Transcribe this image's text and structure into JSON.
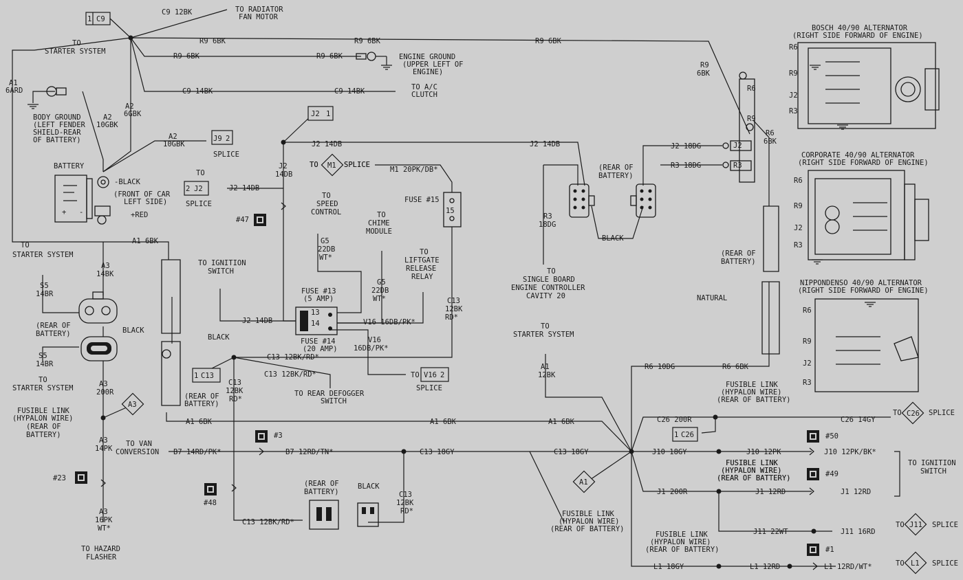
{
  "labels": [
    {
      "id": "t1",
      "text": "C9 12BK"
    },
    {
      "id": "t2",
      "text": "TO RADIATOR"
    },
    {
      "id": "t3",
      "text": "FAN MOTOR"
    },
    {
      "id": "t4",
      "text": "TO"
    },
    {
      "id": "t5",
      "text": "STARTER SYSTEM"
    },
    {
      "id": "t6",
      "text": "R9 6BK"
    },
    {
      "id": "t7",
      "text": "R9 6BK"
    },
    {
      "id": "t8",
      "text": "R9 6BK"
    },
    {
      "id": "t9",
      "text": "R9 6BK"
    },
    {
      "id": "t10",
      "text": "R9 6BK"
    },
    {
      "id": "t11",
      "text": "ENGINE GROUND"
    },
    {
      "id": "t12",
      "text": "(UPPER LEFT OF"
    },
    {
      "id": "t13",
      "text": "ENGINE)"
    },
    {
      "id": "t14",
      "text": "A1"
    },
    {
      "id": "t15",
      "text": "6ARD"
    },
    {
      "id": "t16",
      "text": "C9 14BK"
    },
    {
      "id": "t17",
      "text": "C9 14BK"
    },
    {
      "id": "t18",
      "text": "TO A/C"
    },
    {
      "id": "t19",
      "text": "CLUTCH"
    },
    {
      "id": "t20",
      "text": "A2"
    },
    {
      "id": "t21",
      "text": "6GBK"
    },
    {
      "id": "t22",
      "text": "A2"
    },
    {
      "id": "t23",
      "text": "10GBK"
    },
    {
      "id": "t24",
      "text": "BODY GROUND"
    },
    {
      "id": "t25",
      "text": "(LEFT FENDER"
    },
    {
      "id": "t26",
      "text": "SHIELD-REAR"
    },
    {
      "id": "t27",
      "text": "OF BATTERY)"
    },
    {
      "id": "t28",
      "text": "A2"
    },
    {
      "id": "t29",
      "text": "10GBK"
    },
    {
      "id": "t30",
      "text": "SPLICE"
    },
    {
      "id": "t31",
      "text": "BATTERY"
    },
    {
      "id": "t32",
      "text": "-BLACK"
    },
    {
      "id": "t33",
      "text": "(FRONT OF CAR"
    },
    {
      "id": "t34",
      "text": "LEFT SIDE)"
    },
    {
      "id": "t35",
      "text": "+RED"
    },
    {
      "id": "t36",
      "text": "TO"
    },
    {
      "id": "t37",
      "text": "J2 14DB"
    },
    {
      "id": "t38",
      "text": "SPLICE"
    },
    {
      "id": "t39",
      "text": "J2 14DB"
    },
    {
      "id": "t40",
      "text": "J2"
    },
    {
      "id": "t41",
      "text": "14DB"
    },
    {
      "id": "t42",
      "text": "TO"
    },
    {
      "id": "t43",
      "text": "SPLICE"
    },
    {
      "id": "t44",
      "text": "M1 20PK/DB*"
    },
    {
      "id": "t45",
      "text": "FUSE #15"
    },
    {
      "id": "t46",
      "text": "TO"
    },
    {
      "id": "t47",
      "text": "SPEED"
    },
    {
      "id": "t48",
      "text": "CONTROL"
    },
    {
      "id": "t49",
      "text": "TO"
    },
    {
      "id": "t50",
      "text": "CHIME"
    },
    {
      "id": "t51",
      "text": "MODULE"
    },
    {
      "id": "t52",
      "text": "#47"
    },
    {
      "id": "t53",
      "text": "G5"
    },
    {
      "id": "t54",
      "text": "22DB"
    },
    {
      "id": "t55",
      "text": "WT*"
    },
    {
      "id": "t56",
      "text": "G5"
    },
    {
      "id": "t57",
      "text": "22DB"
    },
    {
      "id": "t58",
      "text": "WT*"
    },
    {
      "id": "t59",
      "text": "TO"
    },
    {
      "id": "t60",
      "text": "LIFTGATE"
    },
    {
      "id": "t61",
      "text": "RELEASE"
    },
    {
      "id": "t62",
      "text": "RELAY"
    },
    {
      "id": "t63",
      "text": "J2 14DB"
    },
    {
      "id": "t64",
      "text": "J2 18DG"
    },
    {
      "id": "t65",
      "text": "R3 18DG"
    },
    {
      "id": "t66",
      "text": "(REAR OF"
    },
    {
      "id": "t67",
      "text": "BATTERY)"
    },
    {
      "id": "t68",
      "text": "R3"
    },
    {
      "id": "t69",
      "text": "18DG"
    },
    {
      "id": "t70",
      "text": "BLACK"
    },
    {
      "id": "t71",
      "text": "TO"
    },
    {
      "id": "t72",
      "text": "SINGLE BOARD"
    },
    {
      "id": "t73",
      "text": "ENGINE CONTROLLER"
    },
    {
      "id": "t74",
      "text": "CAVITY 20"
    },
    {
      "id": "t75",
      "text": "R9"
    },
    {
      "id": "t76",
      "text": "6BK"
    },
    {
      "id": "t77",
      "text": "R6"
    },
    {
      "id": "t78",
      "text": "R9"
    },
    {
      "id": "t79",
      "text": "J2"
    },
    {
      "id": "t80",
      "text": "R3"
    },
    {
      "id": "t81",
      "text": "R6"
    },
    {
      "id": "t82",
      "text": "6BK"
    },
    {
      "id": "t83",
      "text": "BOSCH 40/90 ALTERNATOR"
    },
    {
      "id": "t84",
      "text": "(RIGHT SIDE FORWARD OF ENGINE)"
    },
    {
      "id": "t85",
      "text": "R6"
    },
    {
      "id": "t86",
      "text": "R9"
    },
    {
      "id": "t87",
      "text": "J2"
    },
    {
      "id": "t88",
      "text": "R3"
    },
    {
      "id": "t89",
      "text": "CORPORATE 40/90 ALTERNATOR"
    },
    {
      "id": "t90",
      "text": "(RIGHT SIDE FORWARD OF ENGINE)"
    },
    {
      "id": "t91",
      "text": "R6"
    },
    {
      "id": "t92",
      "text": "R9"
    },
    {
      "id": "t93",
      "text": "J2"
    },
    {
      "id": "t94",
      "text": "R3"
    },
    {
      "id": "t95",
      "text": "NIPPONDENSO 40/90 ALTERNATOR"
    },
    {
      "id": "t96",
      "text": "(RIGHT SIDE FORWARD OF ENGINE)"
    },
    {
      "id": "t97",
      "text": "R6"
    },
    {
      "id": "t98",
      "text": "R9"
    },
    {
      "id": "t99",
      "text": "J2"
    },
    {
      "id": "t100",
      "text": "R3"
    },
    {
      "id": "t101",
      "text": "(REAR OF"
    },
    {
      "id": "t102",
      "text": "BATTERY)"
    },
    {
      "id": "t103",
      "text": "NATURAL"
    },
    {
      "id": "t104",
      "text": "TO"
    },
    {
      "id": "t105",
      "text": "STARTER SYSTEM"
    },
    {
      "id": "t106",
      "text": "A1 6BK"
    },
    {
      "id": "t107",
      "text": "A3"
    },
    {
      "id": "t108",
      "text": "14BK"
    },
    {
      "id": "t109",
      "text": "S5"
    },
    {
      "id": "t110",
      "text": "14BR"
    },
    {
      "id": "t111",
      "text": "(REAR OF"
    },
    {
      "id": "t112",
      "text": "BATTERY)"
    },
    {
      "id": "t113",
      "text": "BLACK"
    },
    {
      "id": "t114",
      "text": "S5"
    },
    {
      "id": "t115",
      "text": "14BR"
    },
    {
      "id": "t116",
      "text": "TO"
    },
    {
      "id": "t117",
      "text": "STARTER SYSTEM"
    },
    {
      "id": "t118",
      "text": "A3"
    },
    {
      "id": "t119",
      "text": "200R"
    },
    {
      "id": "t120",
      "text": "FUSIBLE LINK"
    },
    {
      "id": "t121",
      "text": "(HYPALON WIRE)"
    },
    {
      "id": "t122",
      "text": "(REAR OF"
    },
    {
      "id": "t123",
      "text": "BATTERY)"
    },
    {
      "id": "t124",
      "text": "A3"
    },
    {
      "id": "t125",
      "text": "14PK"
    },
    {
      "id": "t126",
      "text": "#23"
    },
    {
      "id": "t127",
      "text": "A3"
    },
    {
      "id": "t128",
      "text": "16PK"
    },
    {
      "id": "t129",
      "text": "WT*"
    },
    {
      "id": "t130",
      "text": "TO HAZARD"
    },
    {
      "id": "t131",
      "text": "FLASHER"
    },
    {
      "id": "t132",
      "text": "TO IGNITION"
    },
    {
      "id": "t133",
      "text": "SWITCH"
    },
    {
      "id": "t134",
      "text": "J2 14DB"
    },
    {
      "id": "t135",
      "text": "FUSE #13"
    },
    {
      "id": "t136",
      "text": "(5 AMP)"
    },
    {
      "id": "t137",
      "text": "13"
    },
    {
      "id": "t138",
      "text": "14"
    },
    {
      "id": "t139",
      "text": "FUSE #14"
    },
    {
      "id": "t140",
      "text": "(20 AMP)"
    },
    {
      "id": "t141",
      "text": "V16 16DB/PK*"
    },
    {
      "id": "t142",
      "text": "V16"
    },
    {
      "id": "t143",
      "text": "16DB/PK*"
    },
    {
      "id": "t144",
      "text": "C13"
    },
    {
      "id": "t145",
      "text": "12BK"
    },
    {
      "id": "t146",
      "text": "RD*"
    },
    {
      "id": "t147",
      "text": "BLACK"
    },
    {
      "id": "t148",
      "text": "C13 12BK/RD*"
    },
    {
      "id": "t149",
      "text": "C13 12BK/RD*"
    },
    {
      "id": "t150",
      "text": "TO REAR DEFOGGER"
    },
    {
      "id": "t151",
      "text": "SWITCH"
    },
    {
      "id": "t152",
      "text": "TO"
    },
    {
      "id": "t153",
      "text": "SPLICE"
    },
    {
      "id": "t154",
      "text": "C13"
    },
    {
      "id": "t155",
      "text": "12BK"
    },
    {
      "id": "t156",
      "text": "RD*"
    },
    {
      "id": "t157",
      "text": "(REAR OF"
    },
    {
      "id": "t158",
      "text": "BATTERY)"
    },
    {
      "id": "t159",
      "text": "A1 6BK"
    },
    {
      "id": "t160",
      "text": "A1 6BK"
    },
    {
      "id": "t161",
      "text": "A1 6BK"
    },
    {
      "id": "t162",
      "text": "#3"
    },
    {
      "id": "t163",
      "text": "TO VAN"
    },
    {
      "id": "t164",
      "text": "CONVERSION"
    },
    {
      "id": "t165",
      "text": "B7 14RD/PK*"
    },
    {
      "id": "t166",
      "text": "B7 12RD/TN*"
    },
    {
      "id": "t167",
      "text": "C13 18GY"
    },
    {
      "id": "t168",
      "text": "C13 18GY"
    },
    {
      "id": "t169",
      "text": "#48"
    },
    {
      "id": "t170",
      "text": "(REAR OF"
    },
    {
      "id": "t171",
      "text": "BATTERY)"
    },
    {
      "id": "t172",
      "text": "BLACK"
    },
    {
      "id": "t173",
      "text": "C13"
    },
    {
      "id": "t174",
      "text": "12BK"
    },
    {
      "id": "t175",
      "text": "RD*"
    },
    {
      "id": "t176",
      "text": "C13 12BK/RD*"
    },
    {
      "id": "t177",
      "text": "TO"
    },
    {
      "id": "t178",
      "text": "STARTER SYSTEM"
    },
    {
      "id": "t179",
      "text": "A1"
    },
    {
      "id": "t180",
      "text": "12BK"
    },
    {
      "id": "t181",
      "text": "FUSIBLE LINK"
    },
    {
      "id": "t182",
      "text": "(HYPALON WIRE)"
    },
    {
      "id": "t183",
      "text": "(REAR OF BATTERY)"
    },
    {
      "id": "t184",
      "text": "R6 10DG"
    },
    {
      "id": "t185",
      "text": "R6 6BK"
    },
    {
      "id": "t186",
      "text": "FUSIBLE LINK"
    },
    {
      "id": "t187",
      "text": "(HYPALON WIRE)"
    },
    {
      "id": "t188",
      "text": "(REAR OF BATTERY)"
    },
    {
      "id": "t189",
      "text": "C26 200R"
    },
    {
      "id": "t190",
      "text": "C26 14GY"
    },
    {
      "id": "t191",
      "text": "TO"
    },
    {
      "id": "t192",
      "text": "SPLICE"
    },
    {
      "id": "t193",
      "text": "#50"
    },
    {
      "id": "t194",
      "text": "J10 18GY"
    },
    {
      "id": "t195",
      "text": "J10 12PK"
    },
    {
      "id": "t196",
      "text": "J10 12PK/BK*"
    },
    {
      "id": "t197",
      "text": "TO IGNITION"
    },
    {
      "id": "t198",
      "text": "SWITCH"
    },
    {
      "id": "t199",
      "text": "FUSIBLE LINK"
    },
    {
      "id": "t200",
      "text": "(HYPALON WIRE)"
    },
    {
      "id": "t201",
      "text": "(REAR OF BATTERY)"
    },
    {
      "id": "t202",
      "text": "#49"
    },
    {
      "id": "t203",
      "text": "J1 200R"
    },
    {
      "id": "t204",
      "text": "J1 12RD"
    },
    {
      "id": "t205",
      "text": "J1 12RD"
    },
    {
      "id": "t206",
      "text": "J11 22WT"
    },
    {
      "id": "t207",
      "text": "J11 16RD"
    },
    {
      "id": "t208",
      "text": "TO"
    },
    {
      "id": "t209",
      "text": "SPLICE"
    },
    {
      "id": "t210",
      "text": "#1"
    },
    {
      "id": "t211",
      "text": "FUSIBLE LINK"
    },
    {
      "id": "t212",
      "text": "(HYPALON WIRE)"
    },
    {
      "id": "t213",
      "text": "(REAR OF BATTERY)"
    },
    {
      "id": "t214",
      "text": "L1 18GY"
    },
    {
      "id": "t215",
      "text": "L1 12RD"
    },
    {
      "id": "t216",
      "text": "L1 12RD/WT*"
    },
    {
      "id": "t217",
      "text": "TO"
    },
    {
      "id": "t218",
      "text": "SPLICE"
    },
    {
      "id": "t219",
      "text": "TO"
    },
    {
      "id": "t220",
      "text": "SPLICE"
    },
    {
      "id": "t221",
      "text": "FUSIBLE LINK"
    },
    {
      "id": "t222",
      "text": "(HYPALON WIRE)"
    },
    {
      "id": "t223",
      "text": "(REAR OF BATTERY)"
    }
  ],
  "tags": [
    {
      "id": "g1",
      "num": "1",
      "code": "C9"
    },
    {
      "id": "g2",
      "num": "2",
      "code": "J9"
    },
    {
      "id": "g3",
      "num": "2",
      "code": "J2"
    },
    {
      "id": "g4",
      "num": "1",
      "code": "J2"
    },
    {
      "id": "g5",
      "num": "",
      "code": "M1"
    },
    {
      "id": "g6",
      "num": "1",
      "code": "C13"
    },
    {
      "id": "g7",
      "num": "2",
      "code": "V16"
    },
    {
      "id": "g8",
      "num": "",
      "code": "A3"
    },
    {
      "id": "g9",
      "num": "1",
      "code": "C26"
    },
    {
      "id": "g10",
      "num": "",
      "code": "A1"
    },
    {
      "id": "g11",
      "num": "",
      "code": "C26"
    },
    {
      "id": "g12",
      "num": "",
      "code": "J11"
    },
    {
      "id": "g13",
      "num": "",
      "code": "L1"
    }
  ],
  "fuse_labels": [
    "15"
  ]
}
